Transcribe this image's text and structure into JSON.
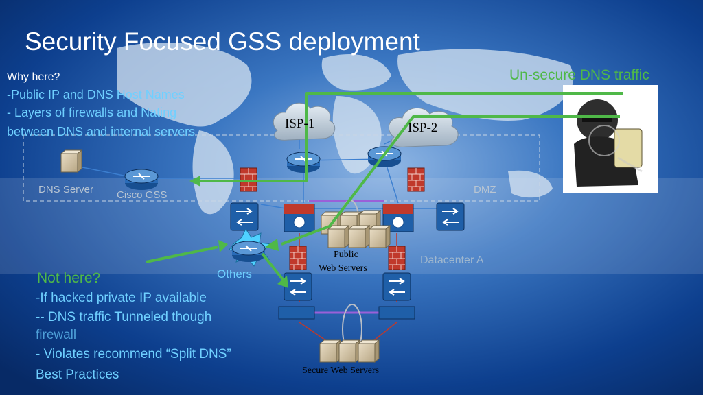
{
  "slide": {
    "title": "Security Focused GSS deployment",
    "why": {
      "heading": "Why here?",
      "lines": [
        "-Public IP and DNS Host Names",
        "- Layers of firewalls and Nating",
        "between DNS and  internal servers"
      ]
    },
    "not_here": {
      "heading": "Not  here?",
      "lines": [
        "-If hacked private IP available",
        "-- DNS traffic Tunneled  though",
        "firewall",
        "- Violates recommend “Split DNS”",
        "Best Practices"
      ]
    },
    "insecure_label": "Un-secure DNS traffic",
    "labels": {
      "dns_server": "DNS Server",
      "cisco_gss": "Cisco GSS",
      "dmz": "DMZ",
      "isp1": "ISP-1",
      "isp2": "ISP-2",
      "public_web_1": "Public",
      "public_web_2": "Web Servers",
      "datacenter": "Datacenter A",
      "others": "Others",
      "secure_web": "Secure Web Servers"
    },
    "colors": {
      "highlight": "#4fb848",
      "accent_text": "#6fd0ff",
      "background": "#0b3d8c",
      "firewall": "#c0392b",
      "device_blue": "#1f5fa8"
    },
    "icons": [
      "server-icon",
      "router-icon",
      "firewall-icon",
      "switch-icon",
      "cloud-icon",
      "hacker-icon"
    ]
  }
}
